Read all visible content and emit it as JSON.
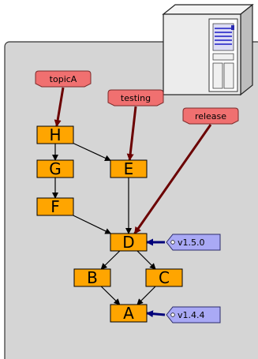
{
  "commits": [
    {
      "id": "H",
      "label": "H"
    },
    {
      "id": "G",
      "label": "G"
    },
    {
      "id": "F",
      "label": "F"
    },
    {
      "id": "E",
      "label": "E"
    },
    {
      "id": "D",
      "label": "D"
    },
    {
      "id": "B",
      "label": "B"
    },
    {
      "id": "C",
      "label": "C"
    },
    {
      "id": "A",
      "label": "A"
    }
  ],
  "edges": [
    {
      "from": "H",
      "to": "G"
    },
    {
      "from": "G",
      "to": "F"
    },
    {
      "from": "H",
      "to": "E"
    },
    {
      "from": "F",
      "to": "D"
    },
    {
      "from": "E",
      "to": "D"
    },
    {
      "from": "D",
      "to": "B"
    },
    {
      "from": "D",
      "to": "C"
    },
    {
      "from": "B",
      "to": "A"
    },
    {
      "from": "C",
      "to": "A"
    }
  ],
  "branches": [
    {
      "name": "topicA",
      "target": "H"
    },
    {
      "name": "testing",
      "target": "E"
    },
    {
      "name": "release",
      "target": "D"
    }
  ],
  "tags": [
    {
      "name": "v1.5.0",
      "target": "D"
    },
    {
      "name": "v1.4.4",
      "target": "A"
    }
  ],
  "colors": {
    "panel": "#d5d5d5",
    "commit_fill": "#ffa500",
    "branch_fill": "#f07070",
    "tag_fill": "#a9a9f5",
    "branch_arrow": "#6b0000",
    "tag_arrow": "#00007a",
    "edge": "#000000"
  },
  "icons": {
    "server": "server-tower-icon"
  }
}
